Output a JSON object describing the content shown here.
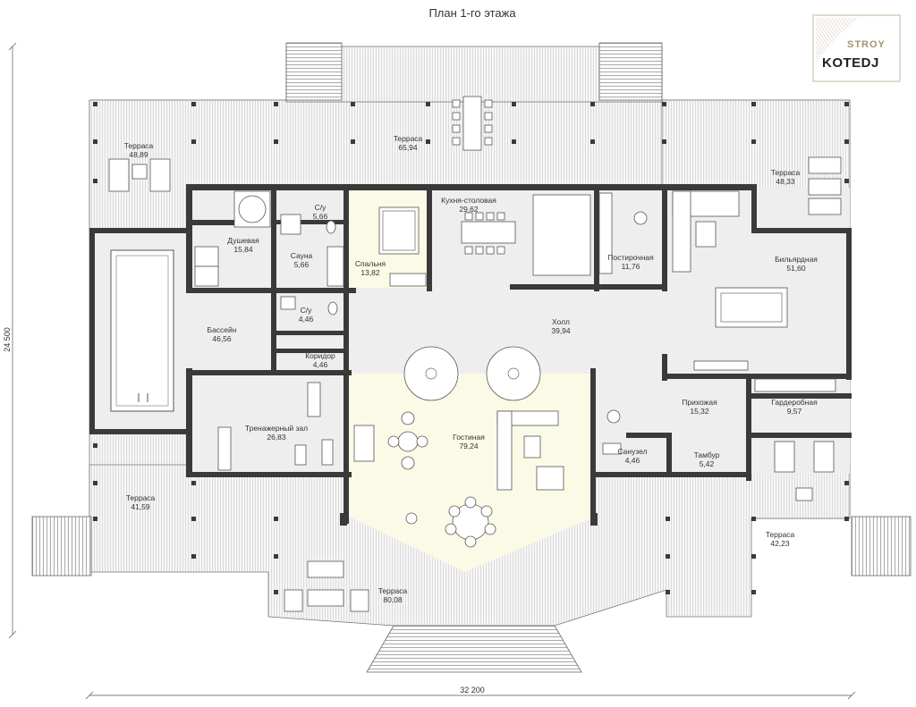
{
  "title": "План 1-го этажа",
  "logo": {
    "line1": "STROY",
    "line2": "KOTEDJ"
  },
  "dimensions": {
    "width": "32 200",
    "height": "24 500"
  },
  "rooms": {
    "terrace_nw": {
      "name": "Терраса",
      "area": "48,89"
    },
    "terrace_n": {
      "name": "Терраса",
      "area": "65,94"
    },
    "terrace_ne": {
      "name": "Терраса",
      "area": "48,33"
    },
    "terrace_w": {
      "name": "Терраса",
      "area": "41,59"
    },
    "terrace_s": {
      "name": "Терраса",
      "area": "80,08"
    },
    "terrace_se": {
      "name": "Терраса",
      "area": "42,23"
    },
    "shower": {
      "name": "Душевая",
      "area": "15,84"
    },
    "wc1": {
      "name": "С/у",
      "area": "5,66"
    },
    "sauna": {
      "name": "Сауна",
      "area": "5,66"
    },
    "bedroom": {
      "name": "Спальня",
      "area": "13,82"
    },
    "kitchen": {
      "name": "Кухня-столовая",
      "area": "29,62"
    },
    "laundry": {
      "name": "Постирочная",
      "area": "11,76"
    },
    "billiard": {
      "name": "Бильярдная",
      "area": "51,60"
    },
    "pool": {
      "name": "Бассейн",
      "area": "46,56"
    },
    "wc2": {
      "name": "С/у",
      "area": "4,46"
    },
    "corridor": {
      "name": "Коридор",
      "area": "4,46"
    },
    "hall": {
      "name": "Холл",
      "area": "39,94"
    },
    "gym": {
      "name": "Тренажерный зал",
      "area": "26,83"
    },
    "living": {
      "name": "Гостиная",
      "area": "79,24"
    },
    "entry": {
      "name": "Прихожая",
      "area": "15,32"
    },
    "wardrobe": {
      "name": "Гардеробная",
      "area": "9,57"
    },
    "bathroom": {
      "name": "Санузел",
      "area": "4,46"
    },
    "vestibule": {
      "name": "Тамбур",
      "area": "5,42"
    }
  },
  "colors": {
    "wall": "#3a3a3a",
    "highlight": "#fafae6",
    "floor": "#eeeeee",
    "deck": "#f4f4f4",
    "logo_accent": "#a69070"
  }
}
